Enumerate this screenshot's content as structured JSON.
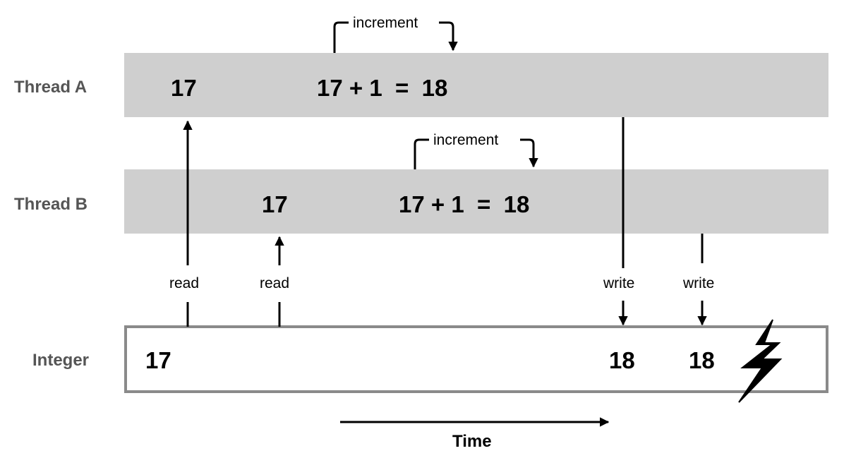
{
  "rows": {
    "thread_a": "Thread A",
    "thread_b": "Thread B",
    "integer": "Integer"
  },
  "thread_a": {
    "read_value": "17",
    "expr": "17 + 1  =  18",
    "op_label": "increment"
  },
  "thread_b": {
    "read_value": "17",
    "expr": "17 + 1  =  18",
    "op_label": "increment"
  },
  "integer": {
    "initial": "17",
    "after_write_a": "18",
    "after_write_b": "18"
  },
  "arrows": {
    "read_a": "read",
    "read_b": "read",
    "write_a": "write",
    "write_b": "write"
  },
  "time_axis": {
    "label": "Time"
  },
  "icons": {
    "conflict": "lightning-bolt-icon"
  }
}
